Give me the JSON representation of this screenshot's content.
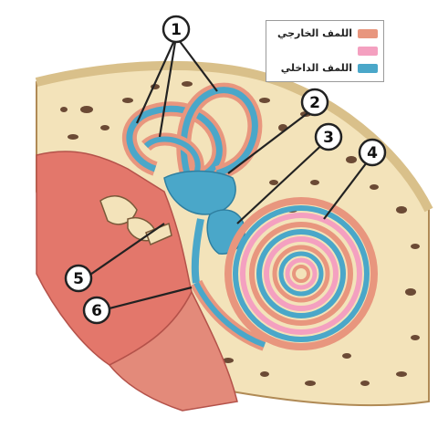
{
  "legend": {
    "items": [
      {
        "label": "اللمف الخارجي",
        "color": "#e8967e"
      },
      {
        "label": "",
        "color": "#f4a0c0"
      },
      {
        "label": "اللمف الداخلي",
        "color": "#4aa7c9"
      }
    ]
  },
  "callouts": [
    "1",
    "2",
    "3",
    "4",
    "5",
    "6"
  ],
  "colors": {
    "bone": "#f3e3ba",
    "bone_pore": "#6b4a35",
    "tissue": "#e3776b",
    "perilymph": "#e8967e",
    "perilymph_pink": "#f4a0c0",
    "endolymph": "#4aa7c9",
    "outline": "#3a3a3a"
  }
}
